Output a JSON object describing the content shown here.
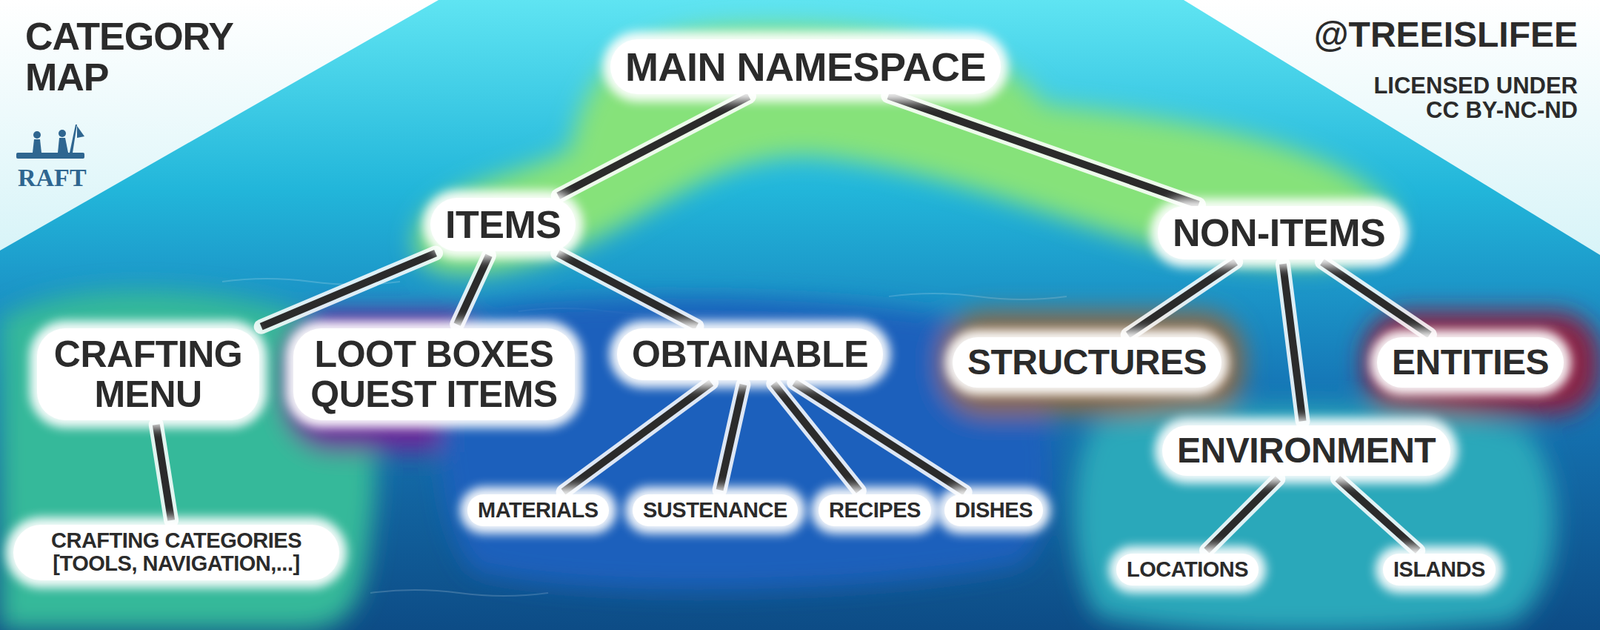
{
  "diagram": {
    "title": "CATEGORY MAP",
    "nodes": [
      {
        "text": [
          "MAIN NAMESPACE"
        ]
      },
      {
        "text": [
          "ITEMS"
        ]
      },
      {
        "text": [
          "NON-ITEMS"
        ]
      },
      {
        "text": [
          "CRAFTING MENU"
        ]
      },
      {
        "text": [
          "LOOT BOXES QUEST ITEMS"
        ]
      },
      {
        "text": [
          "OBTAINABLE"
        ]
      },
      {
        "text": [
          "STRUCTURES"
        ]
      },
      {
        "text": [
          "ENTITIES"
        ]
      },
      {
        "text": [
          "ENVIRONMENT"
        ]
      },
      {
        "text": [
          "CRAFTING CATEGORIES [TOOLS, NAVIGATION,...]"
        ]
      },
      {
        "text": [
          "MATERIALS"
        ]
      },
      {
        "text": [
          "SUSTENANCE"
        ]
      },
      {
        "text": [
          "RECIPES"
        ]
      },
      {
        "text": [
          "DISHES"
        ]
      },
      {
        "text": [
          "LOCATIONS"
        ]
      },
      {
        "text": [
          "ISLANDS"
        ]
      }
    ],
    "edges": [
      {
        "from": 0,
        "to": 1,
        "arrow": "none"
      },
      {
        "from": 0,
        "to": 2,
        "arrow": "none"
      },
      {
        "from": 1,
        "to": 3,
        "arrow": "none"
      },
      {
        "from": 1,
        "to": 4,
        "arrow": "none"
      },
      {
        "from": 1,
        "to": 5,
        "arrow": "none"
      },
      {
        "from": 3,
        "to": 9,
        "arrow": "none"
      },
      {
        "from": 5,
        "to": 10,
        "arrow": "none"
      },
      {
        "from": 5,
        "to": 11,
        "arrow": "none"
      },
      {
        "from": 5,
        "to": 12,
        "arrow": "none"
      },
      {
        "from": 5,
        "to": 13,
        "arrow": "none"
      },
      {
        "from": 2,
        "to": 6,
        "arrow": "none"
      },
      {
        "from": 2,
        "to": 8,
        "arrow": "none"
      },
      {
        "from": 2,
        "to": 7,
        "arrow": "none"
      },
      {
        "from": 8,
        "to": 14,
        "arrow": "none"
      },
      {
        "from": 8,
        "to": 15,
        "arrow": "none"
      }
    ],
    "labels": [
      "RAFT",
      "@TREEISLIFEE",
      "LICENSED UNDER CC BY-NC-ND"
    ]
  }
}
